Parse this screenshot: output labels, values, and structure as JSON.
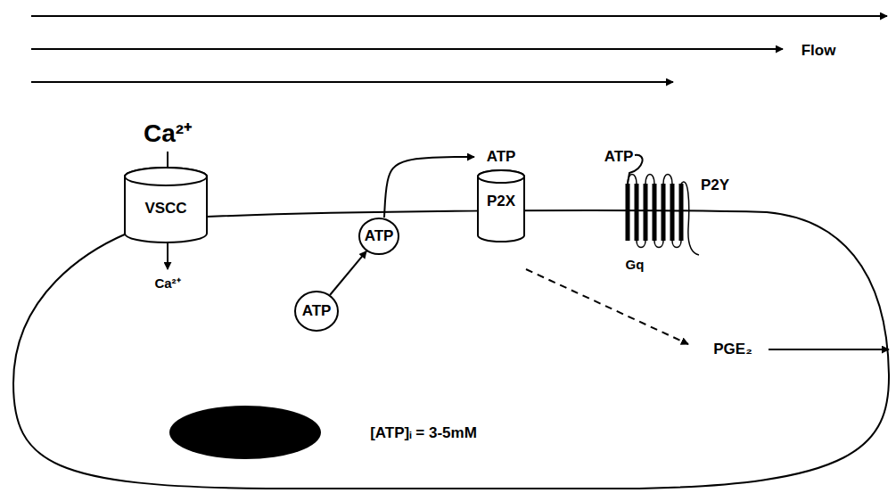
{
  "diagram": {
    "nodes": [
      {
        "text": [
          "VSCC"
        ]
      },
      {
        "text": [
          "ATP"
        ]
      },
      {
        "text": [
          "ATP",
          "P2X"
        ]
      },
      {
        "text": [
          "ATP",
          "P2Y",
          "Gq"
        ]
      },
      {
        "text": [
          "ATP"
        ]
      }
    ],
    "edges": [
      {
        "from": 4,
        "to": 1,
        "arrow": "to"
      },
      {
        "from": 1,
        "to": 2,
        "arrow": "to"
      }
    ],
    "labels": [
      "Flow",
      "Ca²⁺",
      "Ca²⁺",
      "PGE₂",
      "[ATP]ᵢ = 3-5mM"
    ]
  }
}
